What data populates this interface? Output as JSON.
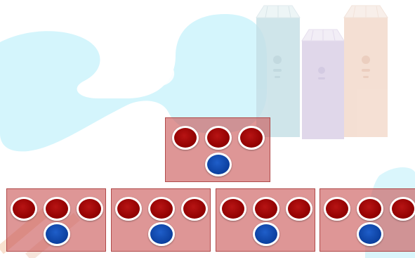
{
  "background": {
    "swirl_color": "#c8f2fb",
    "cylinders": [
      {
        "name": "blue-cylinder",
        "color": "#c9e2e8"
      },
      {
        "name": "purple-cylinder",
        "color": "#ddd3ea"
      },
      {
        "name": "peach-cylinder",
        "color": "#f4ddcf"
      }
    ]
  },
  "colors": {
    "card_fill": "#d27373",
    "card_border": "#b04a4a",
    "disc_red": "#9a0000",
    "disc_blue": "#0b3f9e",
    "disc_rim": "#ffffff"
  },
  "cards": [
    {
      "id": "card-top",
      "top_row": [
        "red",
        "red",
        "red"
      ],
      "bottom_row": [
        "blue"
      ]
    },
    {
      "id": "card-1",
      "top_row": [
        "red",
        "red",
        "red"
      ],
      "bottom_row": [
        "blue"
      ]
    },
    {
      "id": "card-2",
      "top_row": [
        "red",
        "red",
        "red"
      ],
      "bottom_row": [
        "blue"
      ]
    },
    {
      "id": "card-3",
      "top_row": [
        "red",
        "red",
        "red"
      ],
      "bottom_row": [
        "blue"
      ]
    },
    {
      "id": "card-4",
      "top_row": [
        "red",
        "red",
        "red"
      ],
      "bottom_row": [
        "blue"
      ]
    }
  ]
}
